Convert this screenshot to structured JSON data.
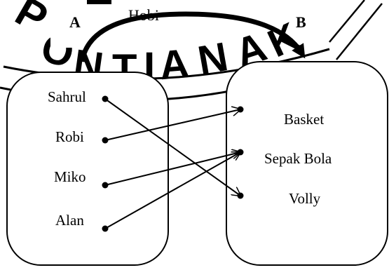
{
  "watermark": {
    "text": "PONTIANAK",
    "color": "#000000"
  },
  "diagram": {
    "relation_label": "Hobi",
    "set_a": {
      "label": "A",
      "members": [
        "Sahrul",
        "Robi",
        "Miko",
        "Alan"
      ]
    },
    "set_b": {
      "label": "B",
      "members": [
        "Basket",
        "Sepak Bola",
        "Volly"
      ]
    },
    "mappings": [
      {
        "from": "Sahrul",
        "to": "Volly"
      },
      {
        "from": "Robi",
        "to": "Basket"
      },
      {
        "from": "Miko",
        "to": "Sepak Bola"
      },
      {
        "from": "Alan",
        "to": "Sepak Bola"
      }
    ],
    "line_color": "#000000",
    "background": "#ffffff"
  }
}
